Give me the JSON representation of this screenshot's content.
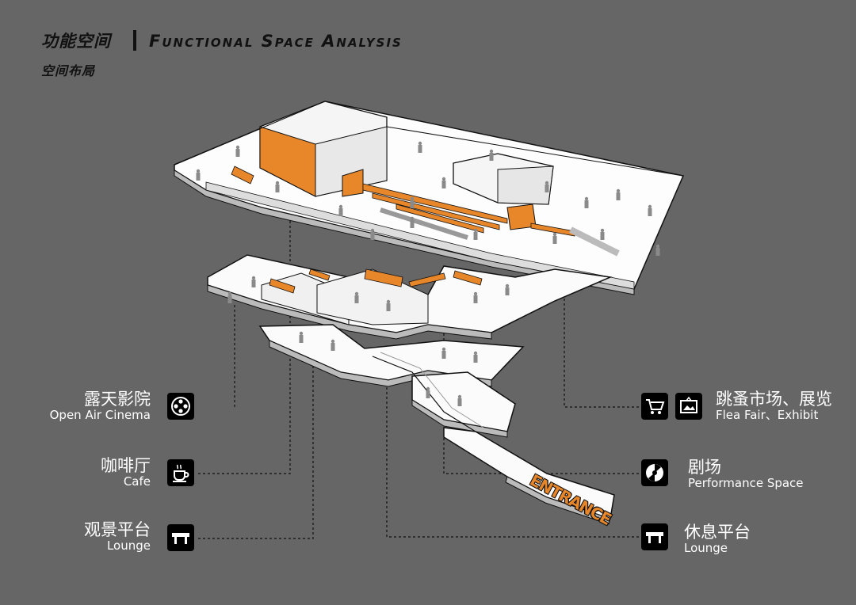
{
  "header": {
    "title_cn": "功能空间",
    "title_en": "Functional Space Analysis",
    "subtitle": "空间布局"
  },
  "entrance_text": "ENTRANCE",
  "colors": {
    "background": "#666666",
    "accent": "#e8872a",
    "floor": "#ffffff",
    "icon_bg": "#000000"
  },
  "labels": {
    "cinema": {
      "cn": "露天影院",
      "en": "Open Air Cinema",
      "icon": "film-reel-icon"
    },
    "cafe": {
      "cn": "咖啡厅",
      "en": "Cafe",
      "icon": "coffee-cup-icon"
    },
    "lounge_view": {
      "cn": "观景平台",
      "en": "Lounge",
      "icon": "bench-icon"
    },
    "flea": {
      "cn": "跳蚤市场、展览",
      "en": "Flea Fair、Exhibit",
      "icons": [
        "cart-icon",
        "picture-icon"
      ]
    },
    "performance": {
      "cn": "剧场",
      "en": "Performance Space",
      "icon": "music-disc-icon"
    },
    "lounge_rest": {
      "cn": "休息平台",
      "en": "Lounge",
      "icon": "bench-icon"
    }
  }
}
